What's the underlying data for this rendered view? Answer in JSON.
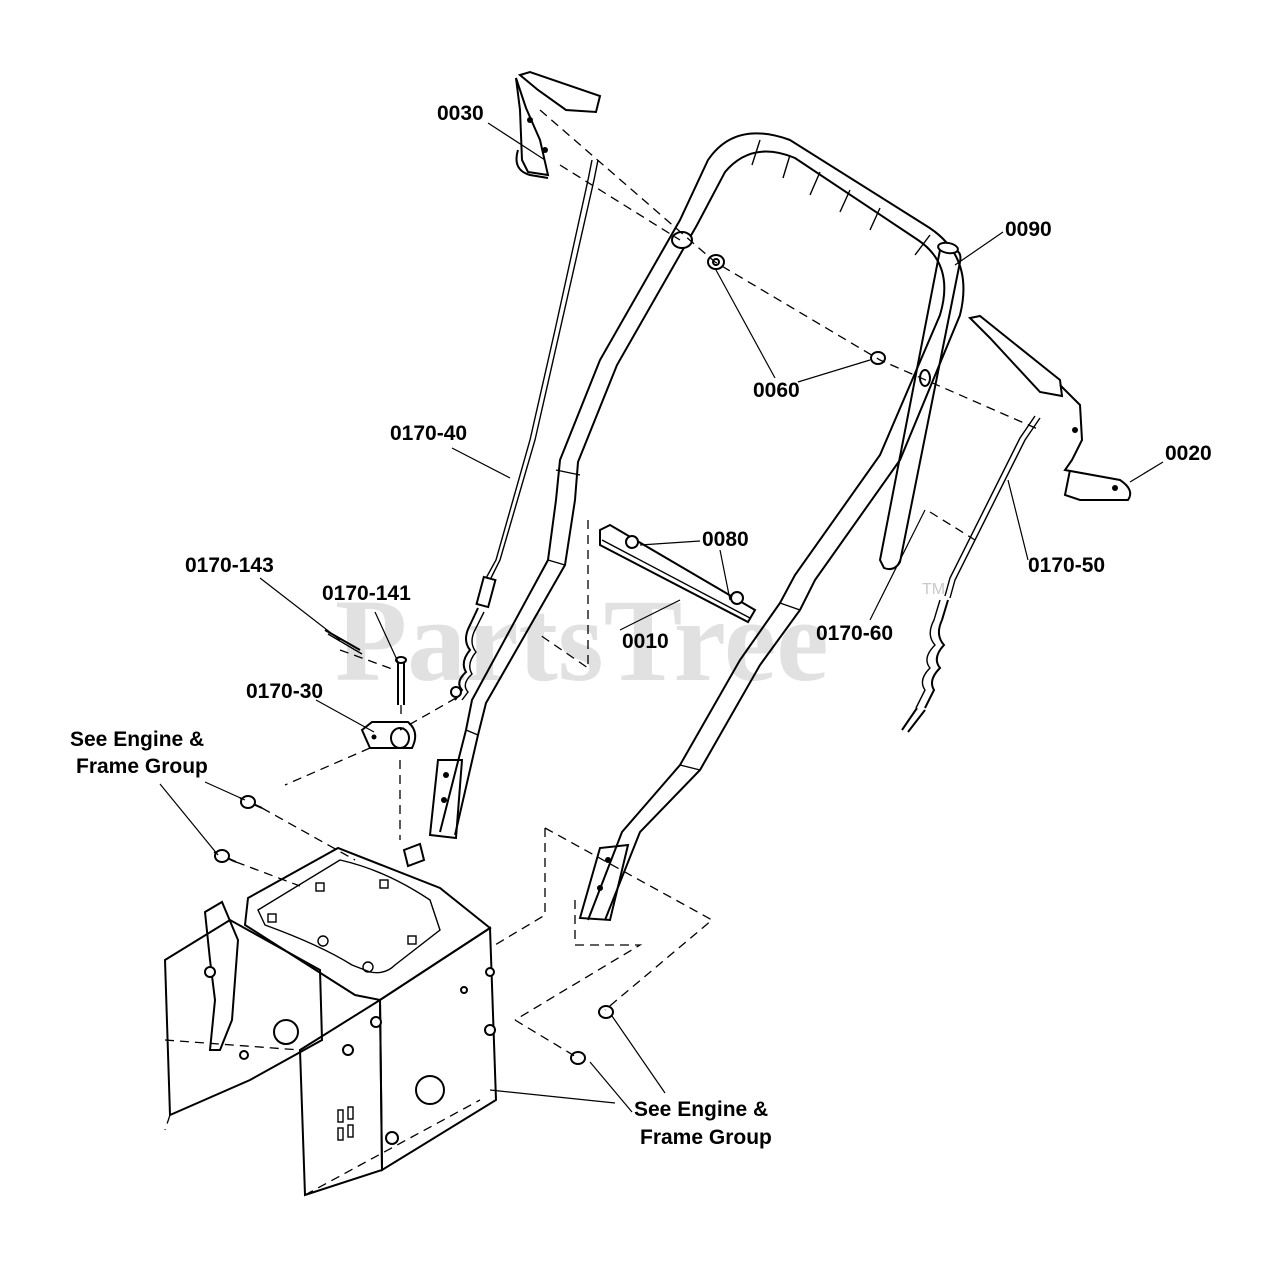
{
  "watermark": {
    "text": "PartsTree",
    "tm": "TM"
  },
  "callouts": [
    {
      "id": "c0030",
      "label": "0030"
    },
    {
      "id": "c0090",
      "label": "0090"
    },
    {
      "id": "c0060",
      "label": "0060"
    },
    {
      "id": "c0020",
      "label": "0020"
    },
    {
      "id": "c0170-40",
      "label": "0170-40"
    },
    {
      "id": "c0080",
      "label": "0080"
    },
    {
      "id": "c0170-50",
      "label": "0170-50"
    },
    {
      "id": "c0170-143",
      "label": "0170-143"
    },
    {
      "id": "c0170-141",
      "label": "0170-141"
    },
    {
      "id": "c0010",
      "label": "0010"
    },
    {
      "id": "c0170-60",
      "label": "0170-60"
    },
    {
      "id": "c0170-30",
      "label": "0170-30"
    }
  ],
  "notes": {
    "left": {
      "line1": "See Engine &",
      "line2": "Frame Group"
    },
    "right": {
      "line1": "See Engine &",
      "line2": "Frame Group"
    }
  }
}
